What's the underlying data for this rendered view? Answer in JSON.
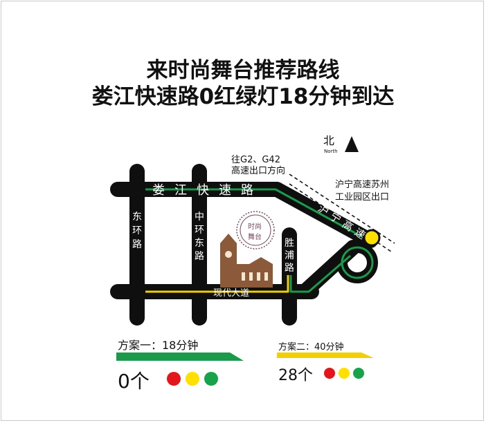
{
  "title": {
    "line1": "来时尚舞台推荐路线",
    "line2": "娄江快速路0红绿灯18分钟到达"
  },
  "compass": {
    "label": "北",
    "sublabel": "North"
  },
  "roads": {
    "loujiang": "娄江快速路",
    "donghuan": "东环路",
    "zhonghuan": "中环东路",
    "shengpu": "胜浦路",
    "xiandai": "现代大道",
    "huning": "沪宁高速"
  },
  "notes": {
    "to_g2_line1": "往G2、G42",
    "to_g2_line2": "高速出口方向",
    "exit_line1": "沪宁高速苏州",
    "exit_line2": "工业园区出口"
  },
  "logo": {
    "line1": "时尚",
    "line2": "舞台"
  },
  "plans": [
    {
      "label": "方案一：18分钟",
      "lights": "0个",
      "color": "#1a9a4a"
    },
    {
      "label": "方案二：40分钟",
      "lights": "28个",
      "color": "#f2cf00"
    }
  ],
  "colors": {
    "road": "#0f0f0f",
    "route1": "#1a9a4a",
    "route2": "#f2cf00",
    "red": "#e3161b",
    "yellow": "#ffe000",
    "green": "#18a34a",
    "logo": "#7a4a63",
    "building": "#8a5a3a"
  }
}
